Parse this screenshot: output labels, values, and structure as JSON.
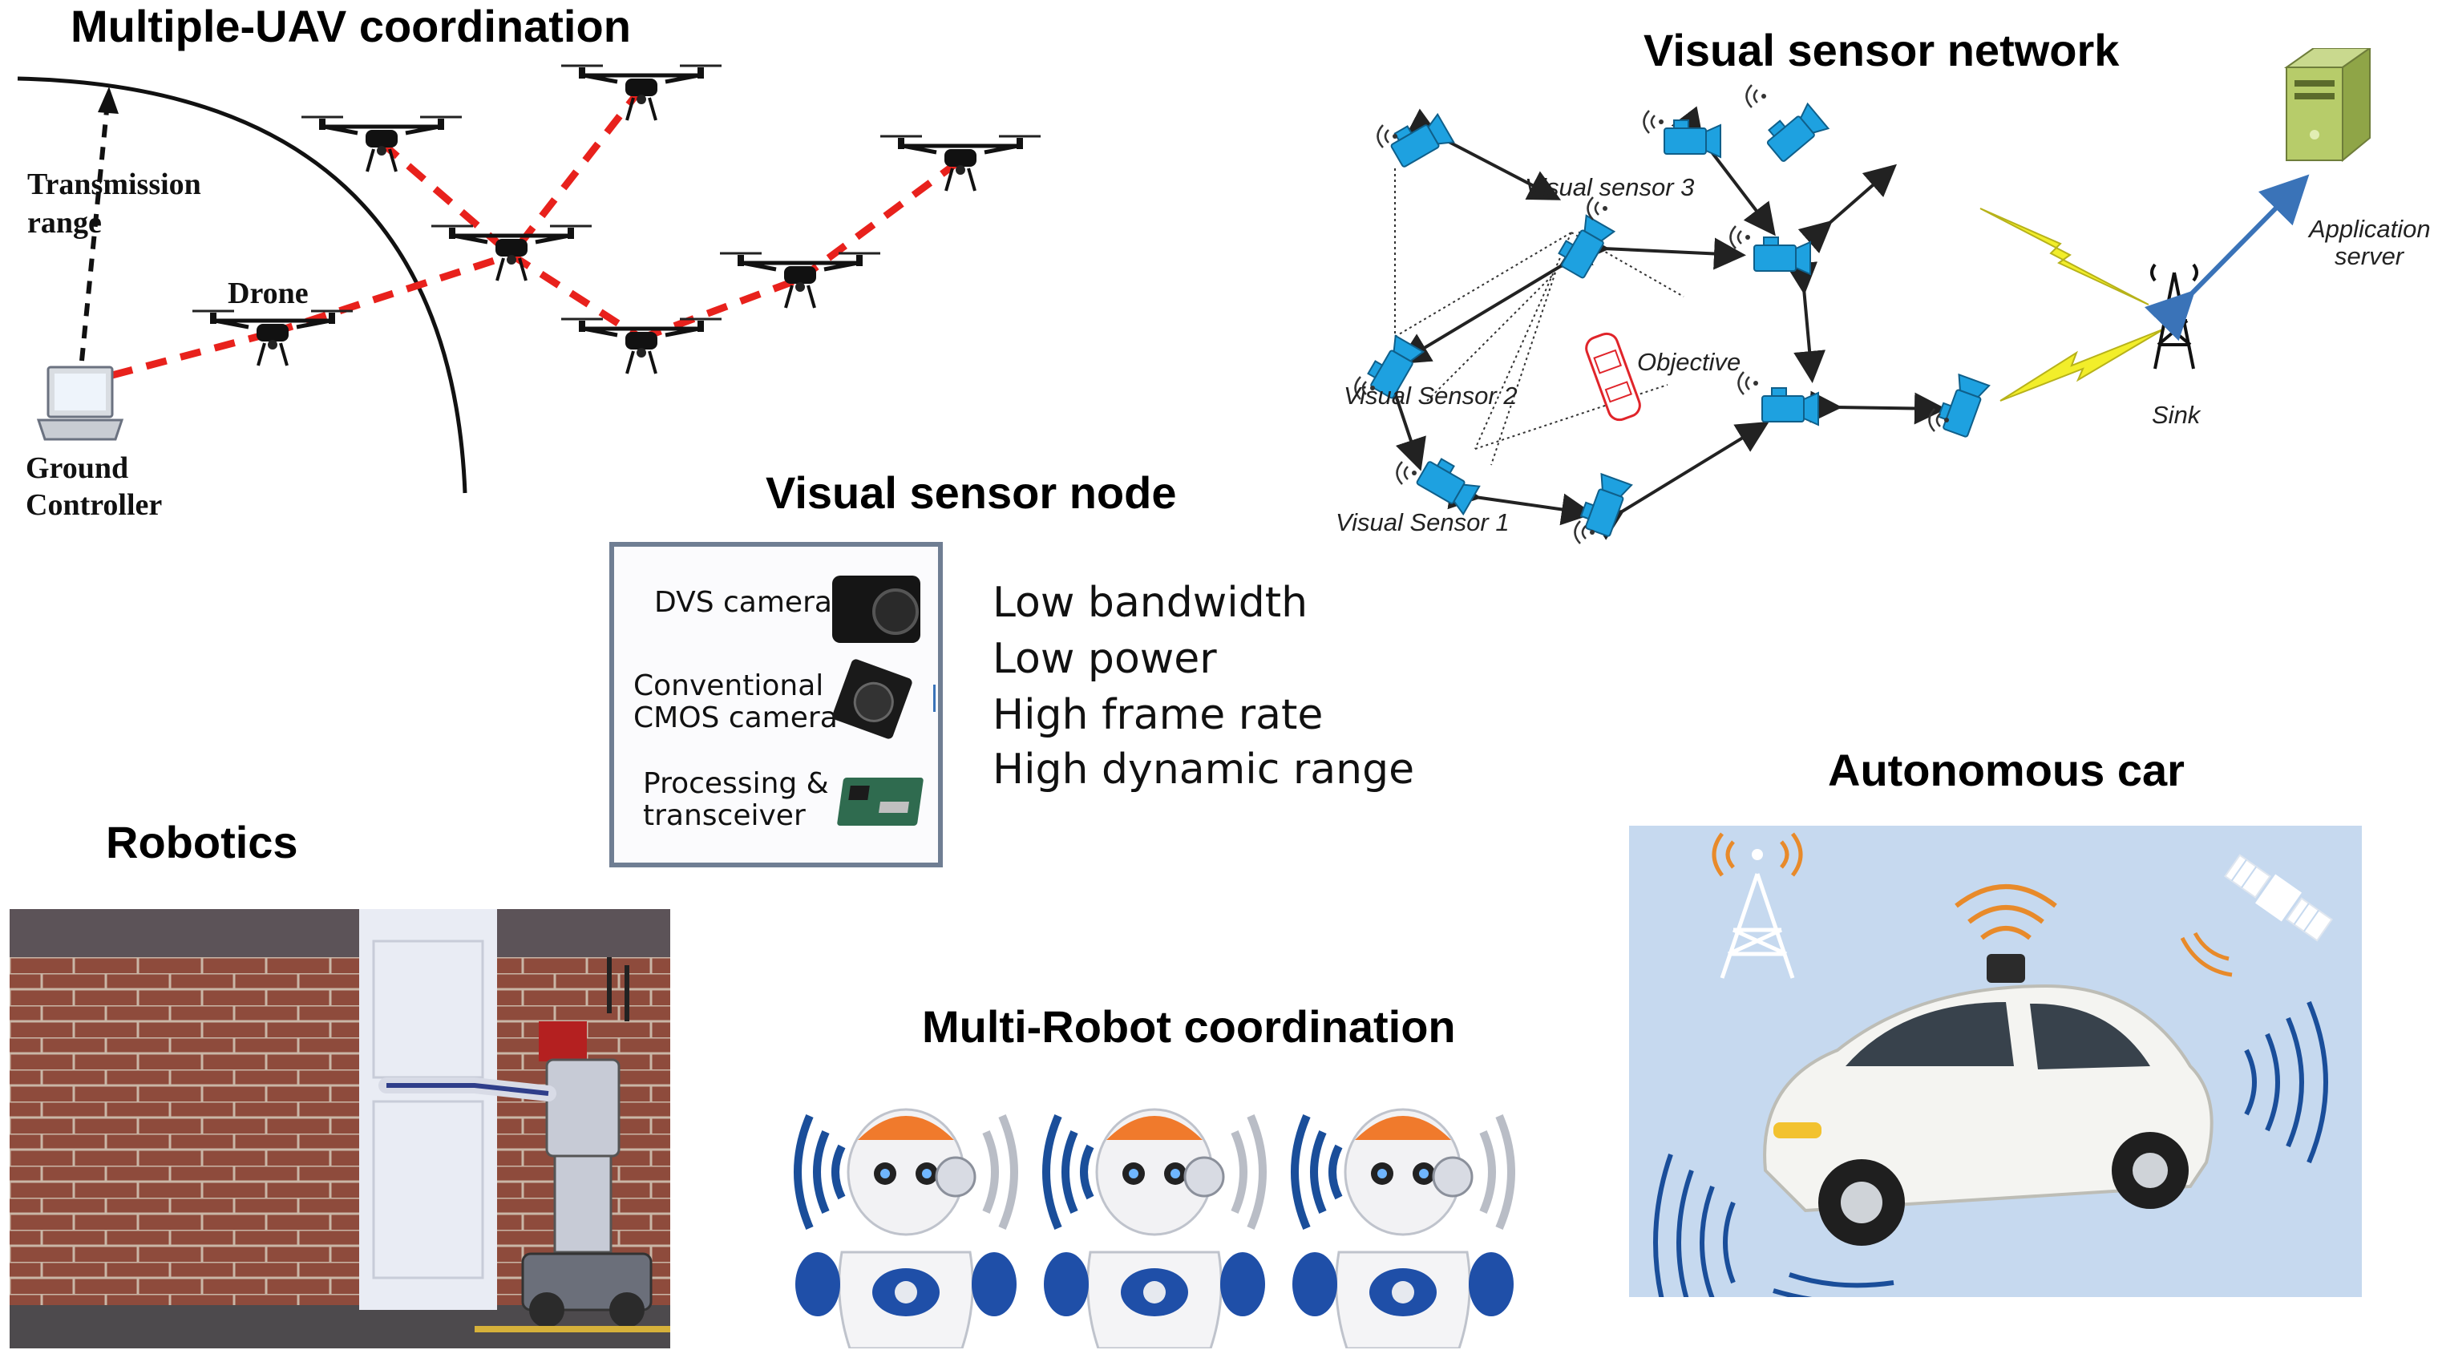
{
  "titles": {
    "uav": "Multiple-UAV coordination",
    "vsn": "Visual sensor network",
    "node": "Visual sensor node",
    "car": "Autonomous car",
    "robotics": "Robotics",
    "multirobot": "Multi-Robot coordination"
  },
  "uav_labels": {
    "transmission_1": "Transmission",
    "transmission_2": "range",
    "drone": "Drone",
    "ground_1": "Ground",
    "ground_2": "Controller"
  },
  "vsn_labels": {
    "sensor3": "Visual sensor 3",
    "sensor2": "Visual Sensor 2",
    "sensor1": "Visual Sensor 1",
    "objective": "Objective",
    "sink": "Sink",
    "app_1": "Application",
    "app_2": "server"
  },
  "node_box": {
    "dvs": "DVS camera",
    "cmos_1": "Conventional",
    "cmos_2": "CMOS camera",
    "proc_1": "Processing &",
    "proc_2": "transceiver"
  },
  "features": [
    "Low bandwidth",
    "Low power",
    "High frame rate",
    "High dynamic range"
  ],
  "colors": {
    "link_red": "#e8211c",
    "sensor_blue": "#1ea1e0",
    "lightning": "#f2ee2a",
    "car_bg": "#c6d9ef",
    "wave_blue": "#1a4e9a",
    "robot_orange": "#f07a2c"
  }
}
